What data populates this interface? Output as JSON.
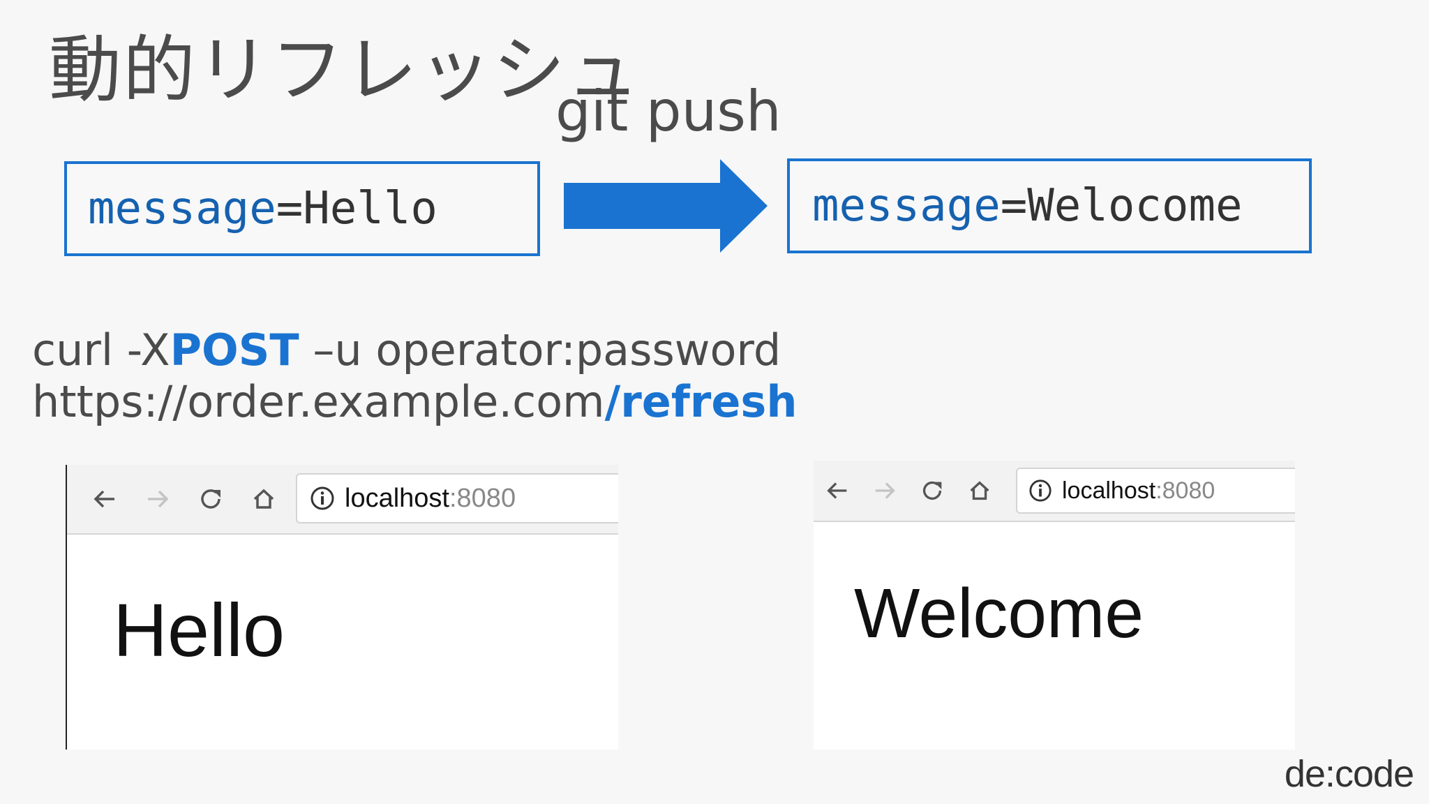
{
  "slide": {
    "title": "動的リフレッシュ",
    "git_label": "git push",
    "before_box": {
      "key": "message",
      "eq": "=",
      "value": "Hello"
    },
    "after_box": {
      "key": "message",
      "eq": "=",
      "value": "Welocome"
    },
    "curl": {
      "line1_prefix": "curl -X",
      "method": "POST",
      "line1_suffix": " –u operator:password",
      "url_base": "https://order.example.com",
      "url_path": "/refresh"
    },
    "logo": "de:code"
  },
  "browser_before": {
    "host": "localhost",
    "port": ":8080",
    "content": "Hello",
    "icons": [
      "back-arrow-icon",
      "forward-arrow-icon",
      "reload-icon",
      "home-icon",
      "info-icon"
    ]
  },
  "browser_after": {
    "host": "localhost",
    "port": ":8080",
    "content": "Welcome",
    "icons": [
      "back-arrow-icon",
      "forward-arrow-icon",
      "reload-icon",
      "home-icon",
      "info-icon"
    ]
  },
  "colors": {
    "accent": "#1a73d0",
    "text": "#4b4b4b",
    "background": "#f7f7f7"
  }
}
